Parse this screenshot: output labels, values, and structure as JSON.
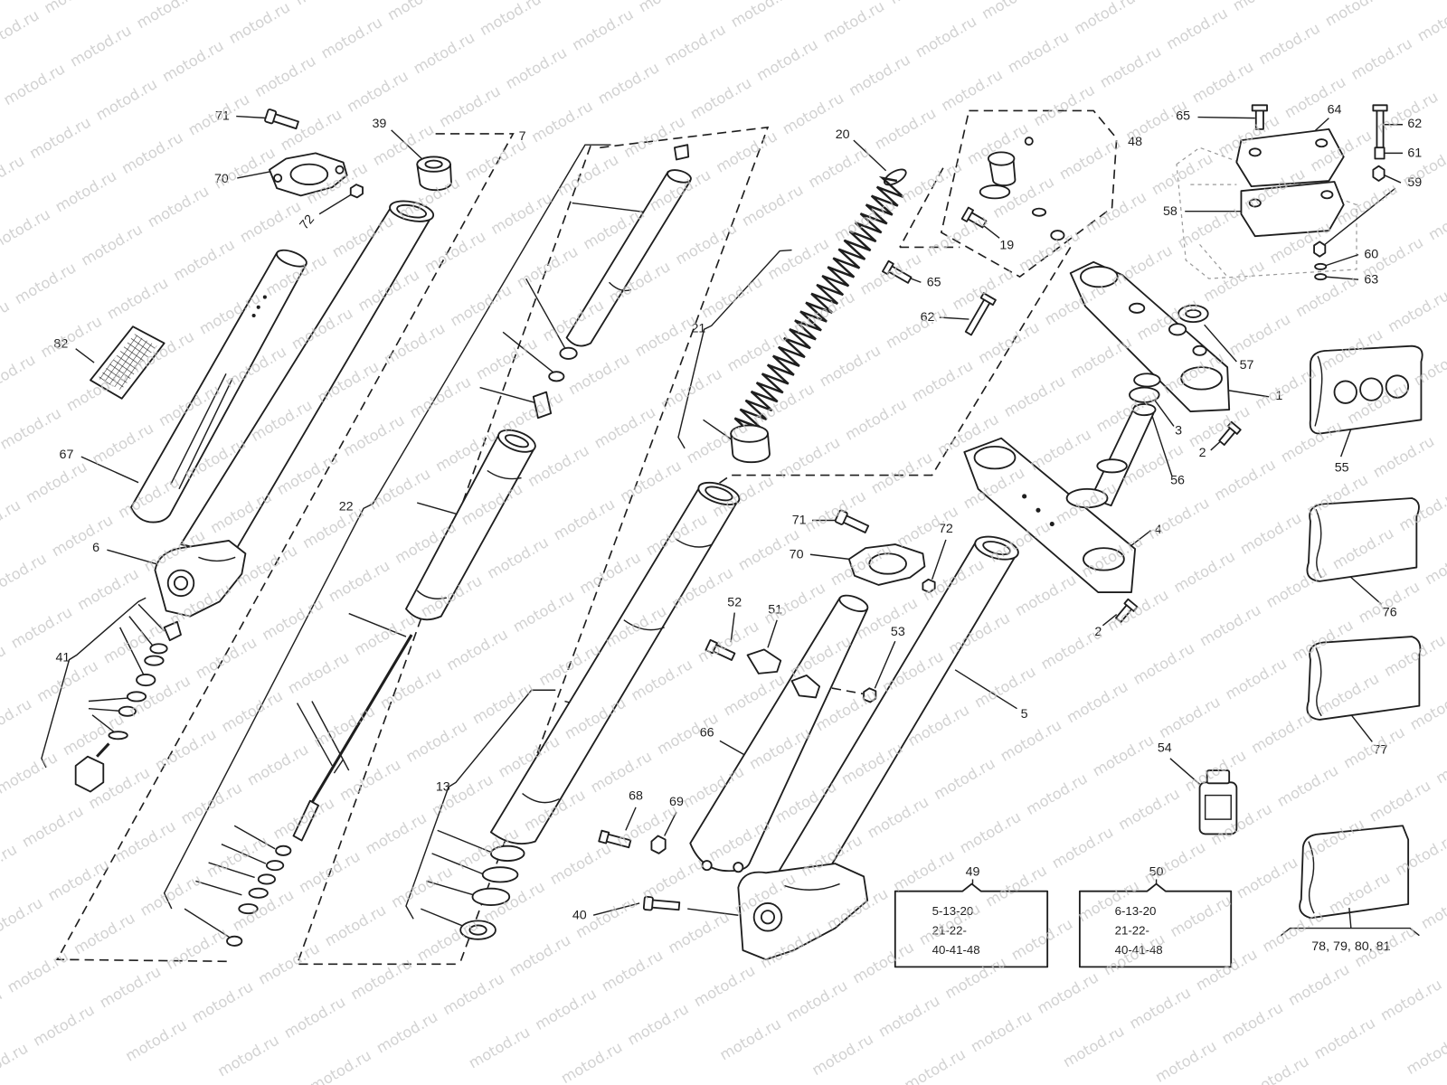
{
  "watermark": "motod.ru",
  "colors": {
    "ink": "#1e1e1e",
    "paper": "#ffffff",
    "watermark": "#c4c4c4"
  },
  "callouts": {
    "c71a": "71",
    "c39": "39",
    "c7": "7",
    "c70a": "70",
    "c72a": "72",
    "c82": "82",
    "c67": "67",
    "c6": "6",
    "c41": "41",
    "c22": "22",
    "c13": "13",
    "c20": "20",
    "c21": "21",
    "c48": "48",
    "c19": "19",
    "c65a": "65",
    "c62a": "62",
    "c65b": "65",
    "c64": "64",
    "c62b": "62",
    "c61": "61",
    "c59": "59",
    "c58": "58",
    "c60": "60",
    "c63": "63",
    "c57": "57",
    "c1": "1",
    "c3": "3",
    "c2a": "2",
    "c56": "56",
    "c4": "4",
    "c2b": "2",
    "c55": "55",
    "c76": "76",
    "c77": "77",
    "c54": "54",
    "c5": "5",
    "c71b": "71",
    "c70b": "70",
    "c72b": "72",
    "c52": "52",
    "c51": "51",
    "c53": "53",
    "c66": "66",
    "c68": "68",
    "c69": "69",
    "c40": "40",
    "c49": "49",
    "c50": "50"
  },
  "kits": [
    {
      "lines": [
        "5-13-20",
        "21-22-",
        "40-41-48"
      ]
    },
    {
      "lines": [
        "6-13-20",
        "21-22-",
        "40-41-48"
      ]
    }
  ],
  "decal_set_label": "78, 79, 80, 81"
}
